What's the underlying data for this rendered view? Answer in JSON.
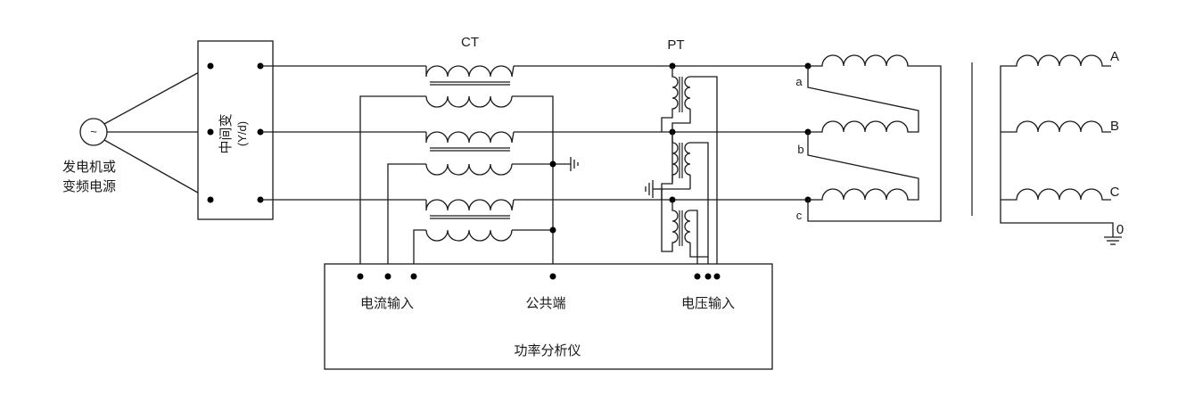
{
  "labels": {
    "source": [
      "发电机或",
      "变频电源"
    ],
    "source_symbol": "~",
    "intermediate_transformer": [
      "中间变",
      "(Y/d)"
    ],
    "ct": "CT",
    "pt": "PT",
    "current_input": "电流输入",
    "common_terminal": "公共端",
    "voltage_input": "电压输入",
    "power_analyzer": "功率分析仪",
    "terminal_a": "a",
    "terminal_b": "b",
    "terminal_c": "c",
    "terminal_A": "A",
    "terminal_B": "B",
    "terminal_C": "C",
    "terminal_0": "0"
  },
  "colors": {
    "line": "#1a1a1a",
    "background": "#ffffff"
  }
}
